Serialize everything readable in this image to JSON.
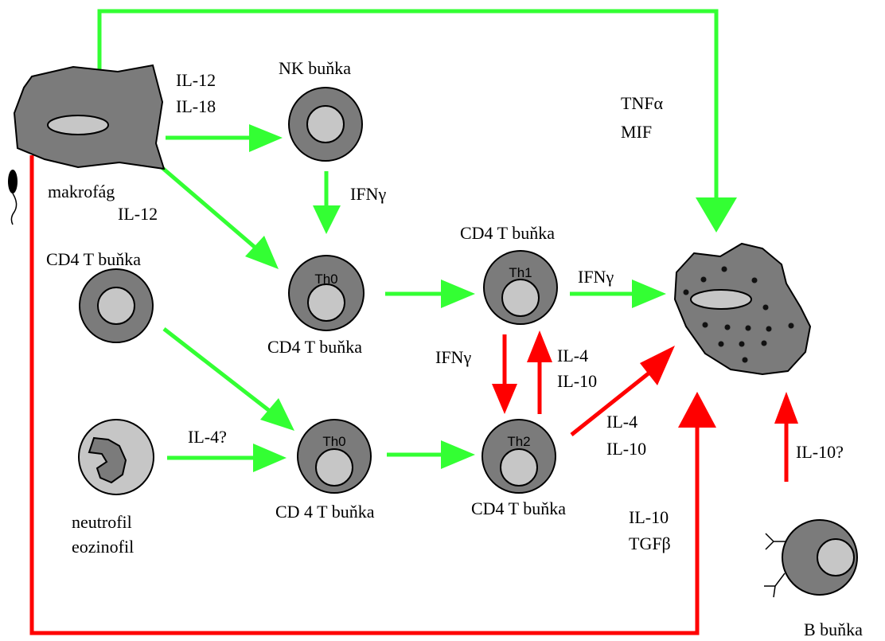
{
  "colors": {
    "stimulating": "#33ff33",
    "inhibiting": "#ff0000",
    "cell_fill": "#7b7b7b",
    "nucleus_fill": "#c6c6c6"
  },
  "labels": {
    "makrofag": "makrofág",
    "makrofag_il12": "IL-12",
    "il12_top": "IL-12",
    "il18_top": "IL-18",
    "nk_cell": "NK buňka",
    "ifn_nk": "IFNγ",
    "cd4_left": "CD4 T buňka",
    "th0_top_caption": "CD4 T buňka",
    "th0": "Th0",
    "th0_bottom": "Th0",
    "th0_bottom_caption": "CD 4 T buňka",
    "neutrofil": "neutrofil",
    "eozinofil": "eozinofil",
    "il4q": "IL-4?",
    "th1_caption": "CD4 T buňka",
    "th1": "Th1",
    "ifn_th1": "IFNγ",
    "th2": "Th2",
    "th2_caption": "CD4 T buňka",
    "ifn_mid": "IFNγ",
    "il4_mid": "IL-4",
    "il10_mid": "IL-10",
    "il4_right": "IL-4",
    "il10_right": "IL-10",
    "tnf": "TNFα",
    "mif": "MIF",
    "il10_bottom": "IL-10",
    "tgf": "TGFβ",
    "il10q": "IL-10?",
    "b_cell": "B buňka"
  }
}
